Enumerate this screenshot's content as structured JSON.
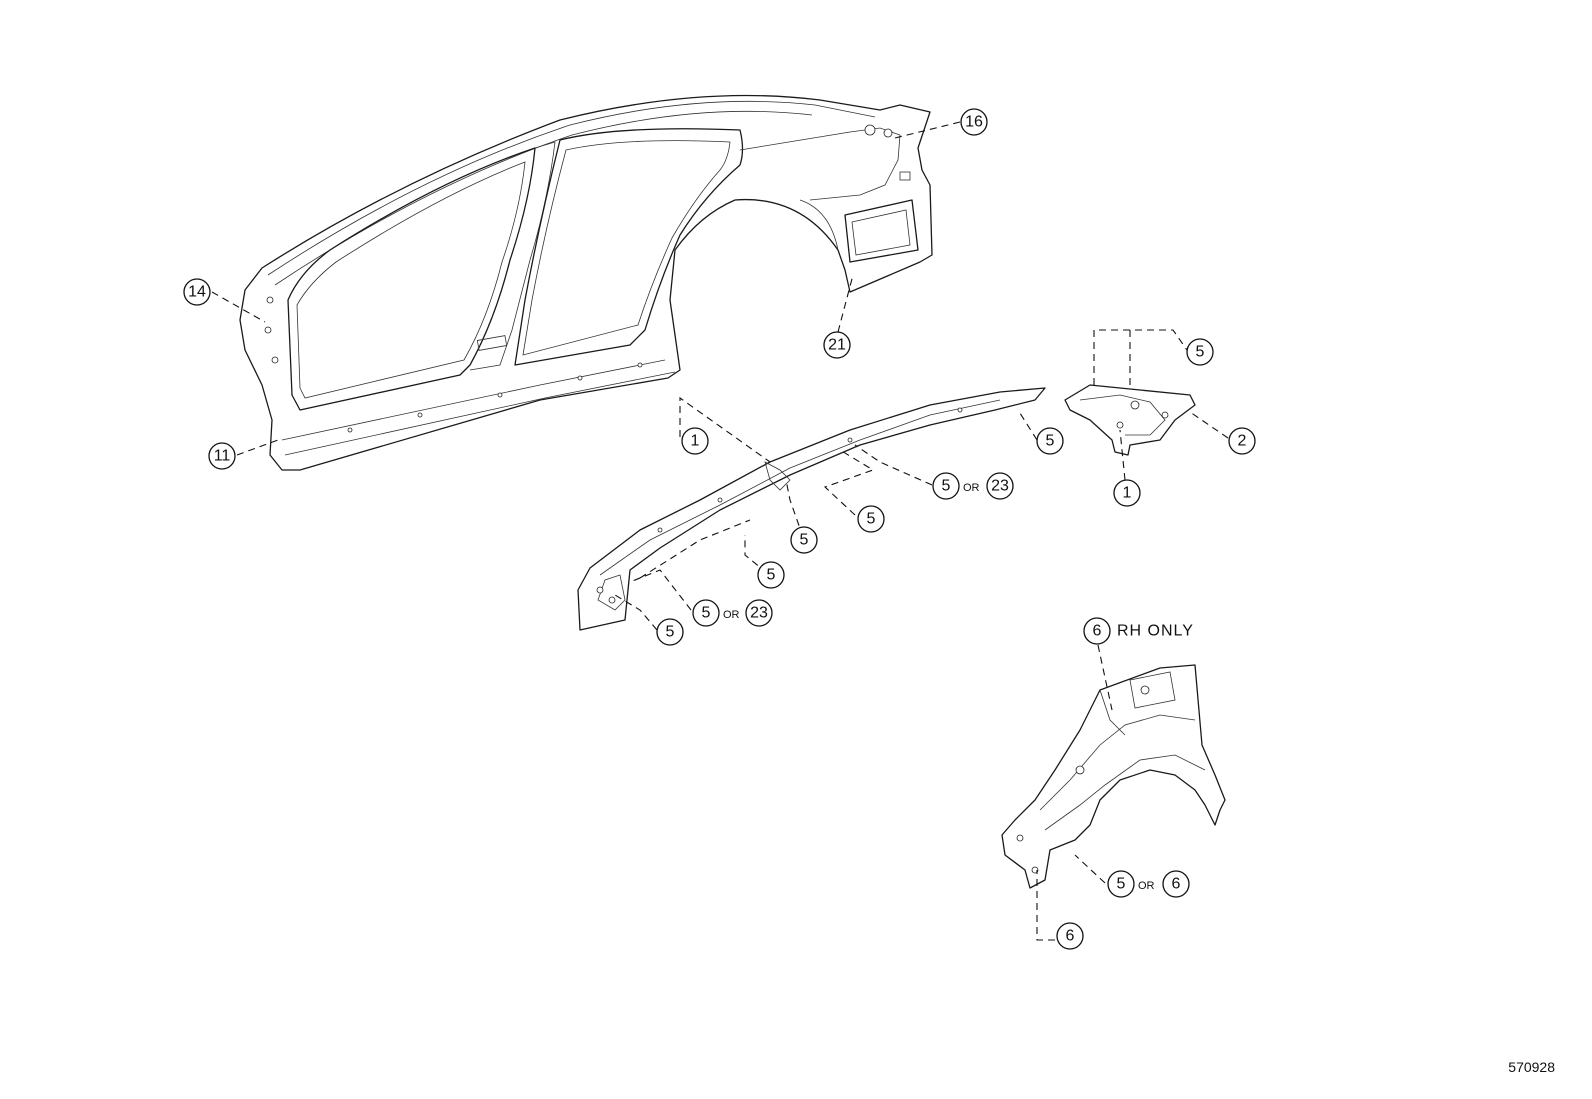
{
  "diagram_ref": "570928",
  "or_label": "OR",
  "note_rh_only": "RH ONLY",
  "callouts": {
    "c14": "14",
    "c11": "11",
    "c16": "16",
    "c21": "21",
    "c5_right_top": "5",
    "c2": "2",
    "c1_right": "1",
    "c1_mid": "1",
    "c5_far": "5",
    "c5_or23_top_a": "5",
    "c5_or23_top_b": "23",
    "c5_mid_a": "5",
    "c5_mid_b": "5",
    "c5_mid_c": "5",
    "c5_or23_low_a": "5",
    "c5_or23_low_b": "23",
    "c5_low": "5",
    "c6_rh": "6",
    "c5_or6_a": "5",
    "c5_or6_b": "6",
    "c6_bottom": "6"
  }
}
